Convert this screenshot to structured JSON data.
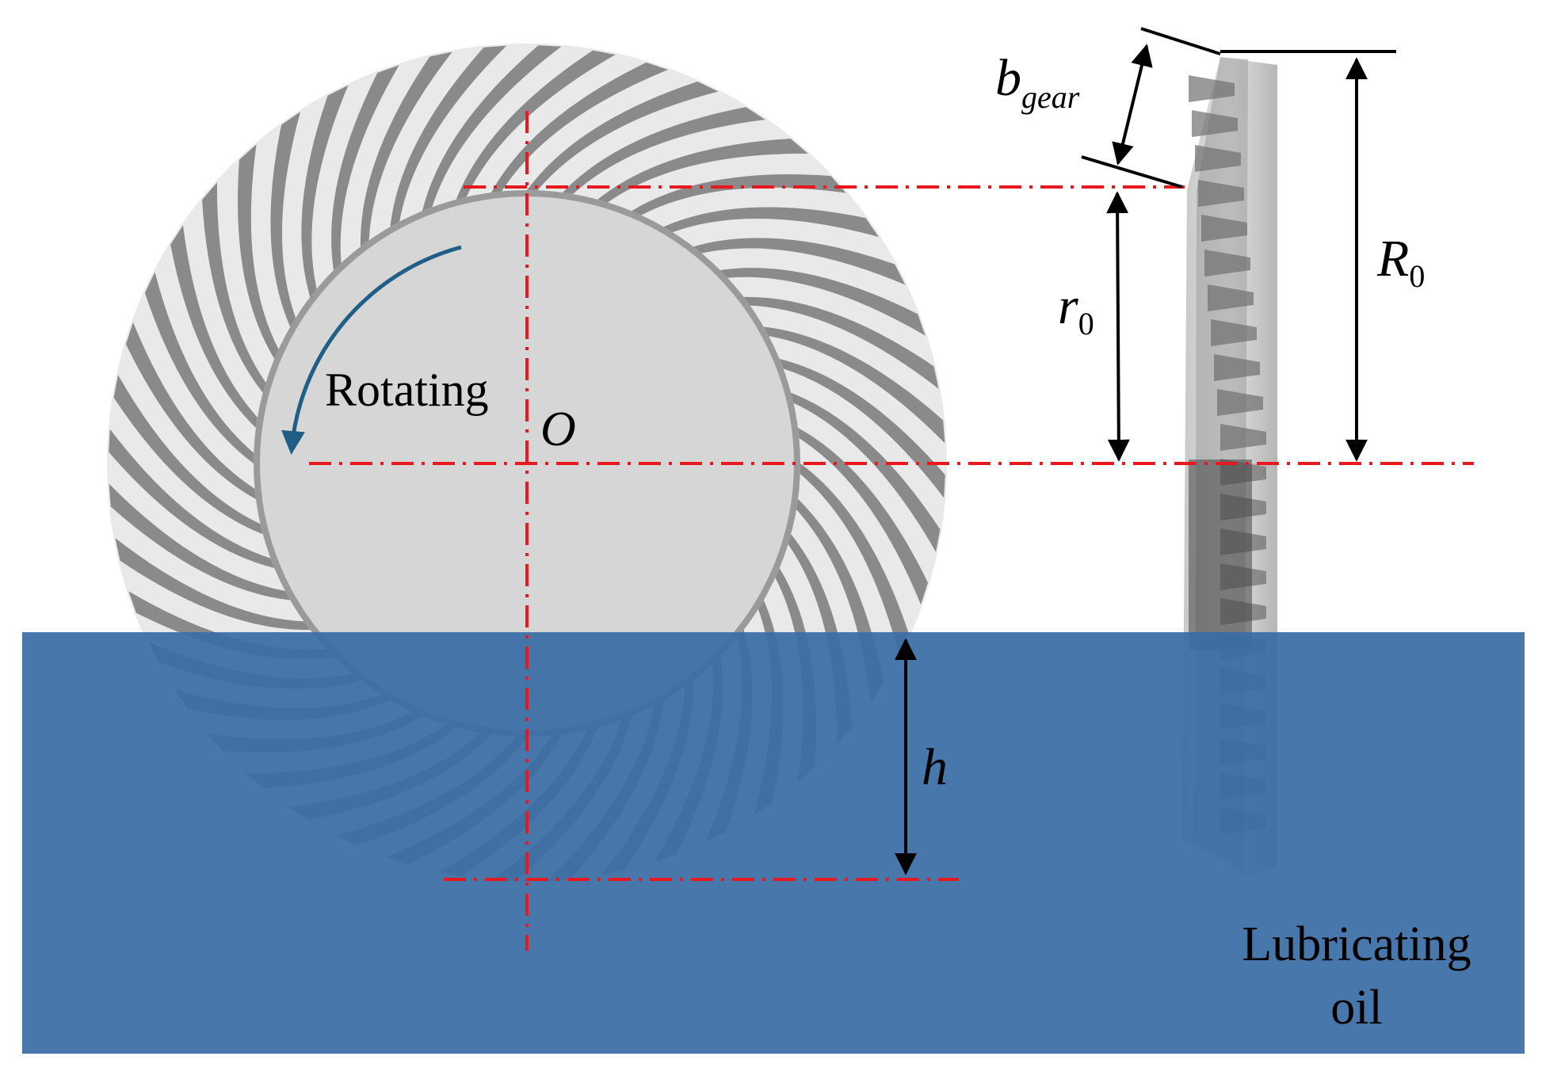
{
  "labels": {
    "rotating": "Rotating",
    "origin": "O",
    "r0_main": "r",
    "r0_sub": "0",
    "R0_main": "R",
    "R0_sub": "0",
    "b_main": "b",
    "b_sub": "gear",
    "h": "h",
    "oil_line1": "Lubricating",
    "oil_line2": "oil"
  },
  "colors": {
    "oil": "#3a6ea5",
    "centerline": "#e8191e",
    "gear_face": "#d6d6d6",
    "gear_tooth": "#e9e9e9",
    "gear_groove": "#8a8a8a",
    "rotation_arrow": "#1f5f86",
    "dimension": "#000000"
  },
  "gear": {
    "tooth_count": 48
  }
}
